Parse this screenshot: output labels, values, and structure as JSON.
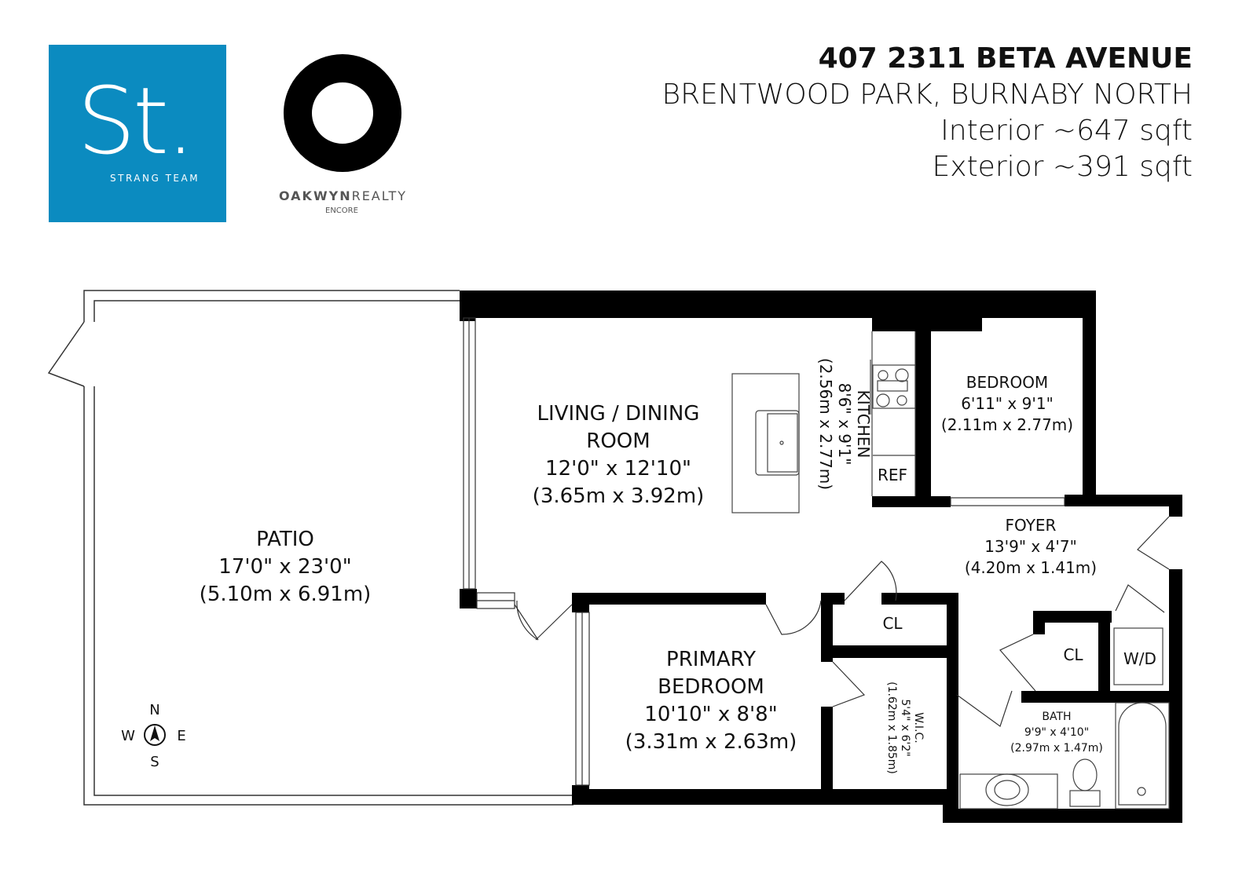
{
  "logos": {
    "strang": {
      "mark": "St.",
      "name": "STRANG TEAM",
      "color": "#0b8bc0"
    },
    "oakwyn": {
      "name_bold": "OAKWYN",
      "name_light": "REALTY",
      "sub": "ENCORE"
    }
  },
  "header": {
    "address": "407 2311 BETA AVENUE",
    "area": "BRENTWOOD PARK, BURNABY NORTH",
    "interior": "Interior ~647 sqft",
    "exterior": "Exterior ~391 sqft"
  },
  "rooms": {
    "patio": {
      "name": "PATIO",
      "imperial": "17'0\" x 23'0\"",
      "metric": "(5.10m x 6.91m)"
    },
    "living": {
      "name1": "LIVING / DINING",
      "name2": "ROOM",
      "imperial": "12'0\" x 12'10\"",
      "metric": "(3.65m x 3.92m)"
    },
    "kitchen": {
      "name": "KITCHEN",
      "imperial": "8'6\" x 9'1\"",
      "metric": "(2.56m x 2.77m)",
      "ref": "REF"
    },
    "bedroom": {
      "name": "BEDROOM",
      "imperial": "6'11\" x 9'1\"",
      "metric": "(2.11m x 2.77m)"
    },
    "foyer": {
      "name": "FOYER",
      "imperial": "13'9\" x 4'7\"",
      "metric": "(4.20m x 1.41m)"
    },
    "primary": {
      "name1": "PRIMARY",
      "name2": "BEDROOM",
      "imperial": "10'10\" x 8'8\"",
      "metric": "(3.31m x 2.63m)"
    },
    "wic": {
      "name": "W.I.C.",
      "imperial": "5'4\" x 6'2\"",
      "metric": "(1.62m x 1.85m)"
    },
    "bath": {
      "name": "BATH",
      "imperial": "9'9\" x 4'10\"",
      "metric": "(2.97m x 1.47m)"
    },
    "closet1": "CL",
    "closet2": "CL",
    "wd": "W/D"
  },
  "compass": {
    "n": "N",
    "s": "S",
    "e": "E",
    "w": "W"
  }
}
